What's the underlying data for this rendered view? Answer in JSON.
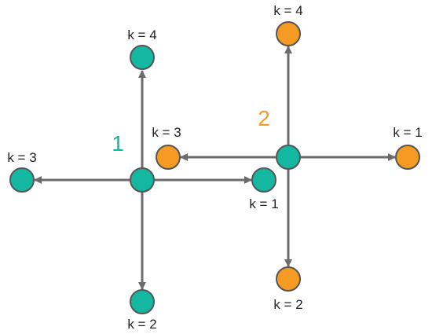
{
  "colors": {
    "teal": "#14b8a0",
    "orange": "#f59a23",
    "edge": "#6b6b6b",
    "node_stroke": "#555555"
  },
  "groups": [
    {
      "label": "1",
      "color": "#14b8a0",
      "neighbors": [
        {
          "label": "k = 1"
        },
        {
          "label": "k = 2"
        },
        {
          "label": "k = 3"
        },
        {
          "label": "k = 4"
        }
      ]
    },
    {
      "label": "2",
      "color": "#f59a23",
      "neighbors": [
        {
          "label": "k = 1"
        },
        {
          "label": "k = 2"
        },
        {
          "label": "k = 3"
        },
        {
          "label": "k = 4"
        }
      ]
    }
  ]
}
